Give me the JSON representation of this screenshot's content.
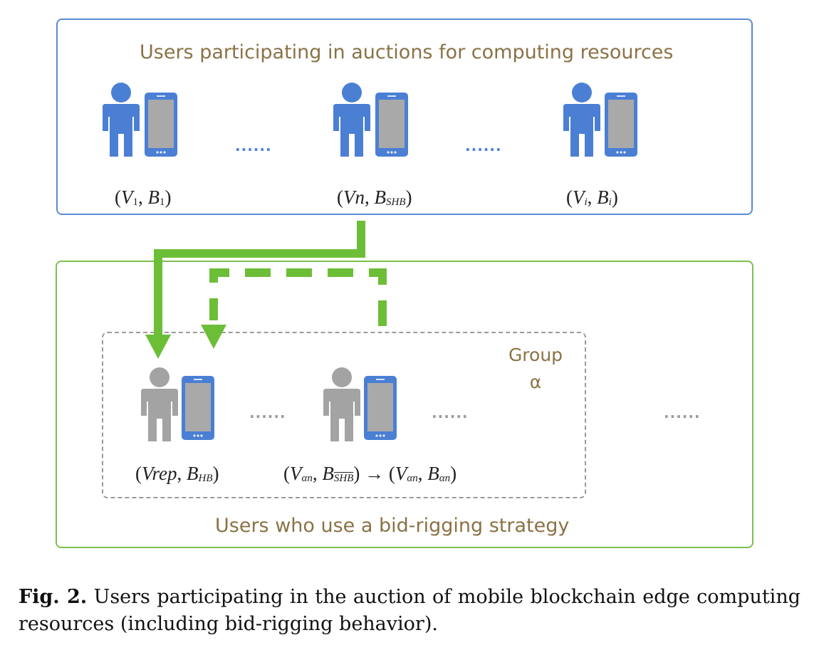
{
  "top_box": {
    "title": "Users participating in auctions for computing resources",
    "users": [
      {
        "label_v": "V",
        "label_v_sub": "1",
        "label_b": "B",
        "label_b_sub": "1"
      },
      {
        "label_v": "Vn",
        "label_v_sub": "",
        "label_b": "B",
        "label_b_sub": "SHB"
      },
      {
        "label_v": "V",
        "label_v_sub": "i",
        "label_b": "B",
        "label_b_sub": "i"
      }
    ],
    "dots": "......"
  },
  "bottom_box": {
    "title": "Users who use a bid-rigging strategy",
    "group_label_line1": "Group",
    "group_label_line2": "α",
    "users": [
      {
        "label_v": "Vrep",
        "label_b": "B",
        "label_b_sub": "HB"
      },
      {
        "label_v": "V",
        "label_v_sub": "αn",
        "label_b": "B",
        "label_b_sub": "SHB",
        "arrow": "→",
        "label_v2": "V",
        "label_v2_sub": "αn",
        "label_b2": "B",
        "label_b2_sub": "αn"
      }
    ],
    "dots": "......"
  },
  "caption": {
    "label": "Fig. 2.",
    "text": "Users participating in the auction of mobile blockchain edge computing resources (including bid-rigging behavior)."
  },
  "colors": {
    "user_blue": "#4a7fd4",
    "user_gray": "#a3a3a3",
    "phone_screen": "#a9a9a9",
    "arrow_green": "#6cbe37",
    "top_border": "#5b8ad6",
    "bottom_border": "#7cc04f",
    "title_brown": "#8a7246"
  }
}
